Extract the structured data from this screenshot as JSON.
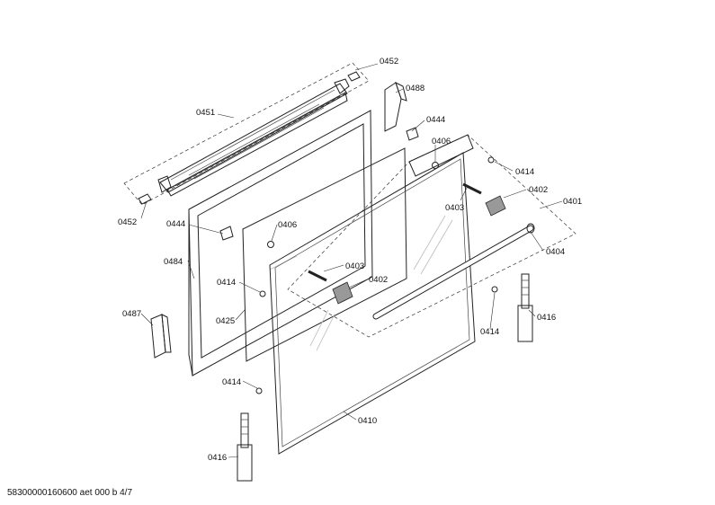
{
  "footer": {
    "doc_code": "58300000160600 aet 000 b 4/7"
  },
  "callouts": {
    "c0452a": "0452",
    "c0452b": "0452",
    "c0451": "0451",
    "c0488": "0488",
    "c0444a": "0444",
    "c0444b": "0444",
    "c0406a": "0406",
    "c0406b": "0406",
    "c0414a": "0414",
    "c0414b": "0414",
    "c0414c": "0414",
    "c0414d": "0414",
    "c0402a": "0402",
    "c0402b": "0402",
    "c0401": "0401",
    "c0403a": "0403",
    "c0403b": "0403",
    "c0404": "0404",
    "c0484": "0484",
    "c0425": "0425",
    "c0487": "0487",
    "c0416a": "0416",
    "c0416b": "0416",
    "c0410": "0410"
  }
}
